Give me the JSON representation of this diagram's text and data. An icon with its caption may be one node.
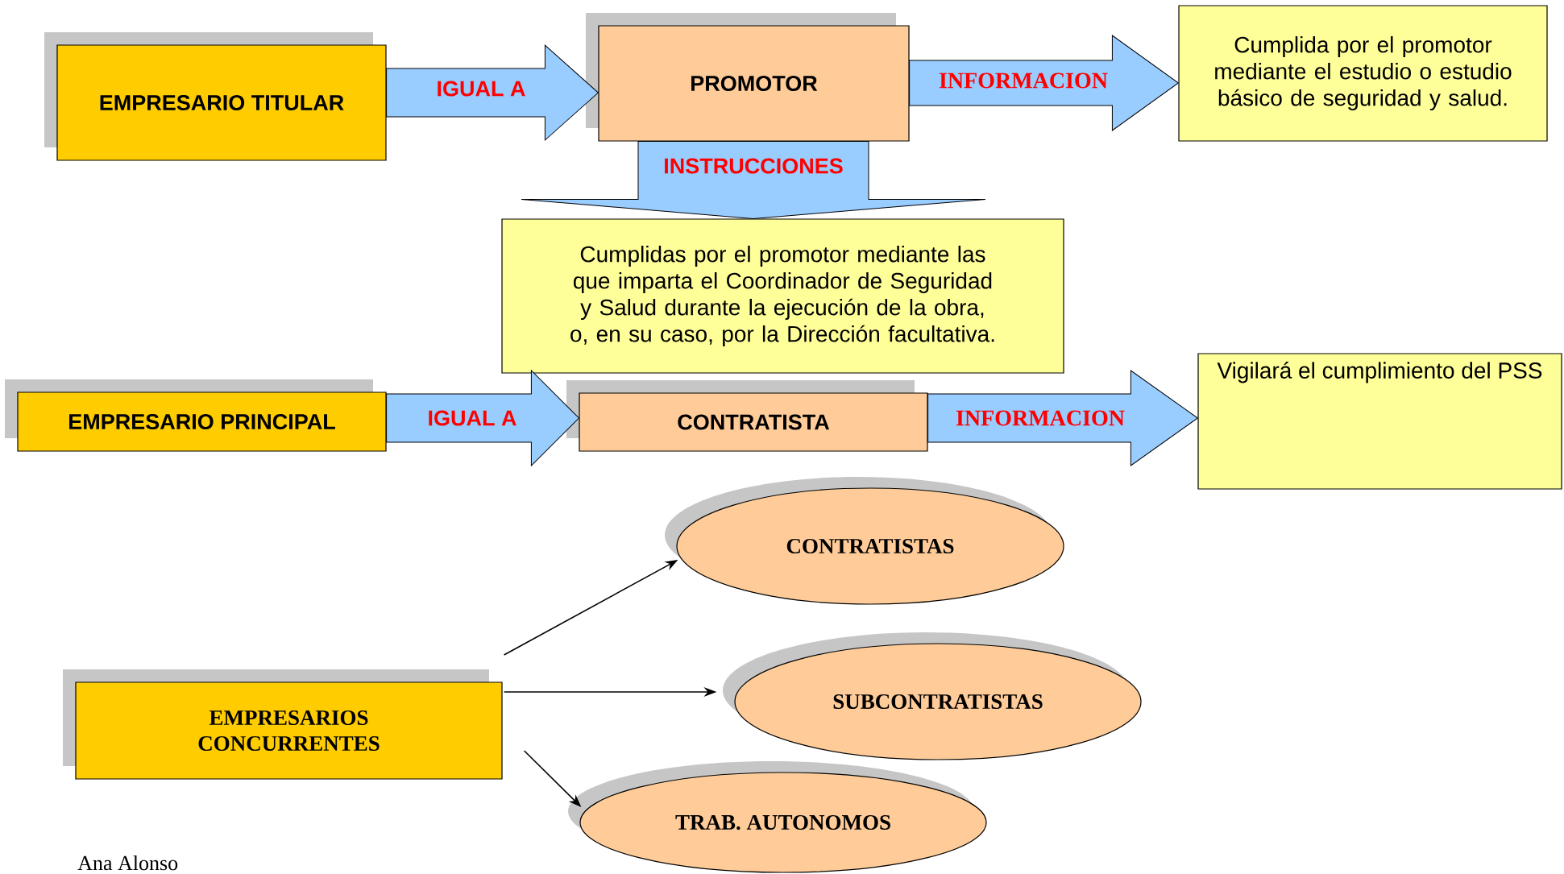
{
  "diagram": {
    "nodes": [
      {
        "text": [
          "EMPRESARIO TITULAR"
        ]
      },
      {
        "text": [
          "PROMOTOR"
        ]
      },
      {
        "text": [
          "Cumplida por el promotor mediante el estudio o estudio básico de seguridad y salud."
        ]
      },
      {
        "text": [
          "Cumplidas por el promotor mediante las que imparta el Coordinador de Seguridad y Salud durante la ejecución de la obra, o, en su caso, por la Dirección facultativa."
        ]
      },
      {
        "text": [
          "EMPRESARIO PRINCIPAL"
        ]
      },
      {
        "text": [
          "CONTRATISTA"
        ]
      },
      {
        "text": [
          "Vigilará el cumplimiento del PSS"
        ]
      },
      {
        "text": [
          "EMPRESARIOS CONCURRENTES"
        ]
      },
      {
        "text": [
          "CONTRATISTAS"
        ]
      },
      {
        "text": [
          "SUBCONTRATISTAS"
        ]
      },
      {
        "text": [
          "TRAB. AUTONOMOS"
        ]
      }
    ],
    "edges": [
      {
        "from": 0,
        "to": 1,
        "arrow": "to",
        "label": "IGUAL A",
        "style": "thick",
        "color": "#99ccff"
      },
      {
        "from": 1,
        "to": 2,
        "arrow": "to",
        "label": "INFORMACION",
        "style": "thick",
        "color": "#99ccff"
      },
      {
        "from": 1,
        "to": 3,
        "arrow": "to",
        "label": "INSTRUCCIONES",
        "style": "thick",
        "color": "#99ccff"
      },
      {
        "from": 4,
        "to": 5,
        "arrow": "to",
        "label": "IGUAL A",
        "style": "thick",
        "color": "#99ccff"
      },
      {
        "from": 5,
        "to": 6,
        "arrow": "to",
        "label": "INFORMACION",
        "style": "thick",
        "color": "#99ccff"
      },
      {
        "from": 7,
        "to": 8,
        "arrow": "to"
      },
      {
        "from": 7,
        "to": 9,
        "arrow": "to"
      },
      {
        "from": 7,
        "to": 10,
        "arrow": "to"
      }
    ],
    "labels": [
      "Ana Alonso"
    ]
  }
}
